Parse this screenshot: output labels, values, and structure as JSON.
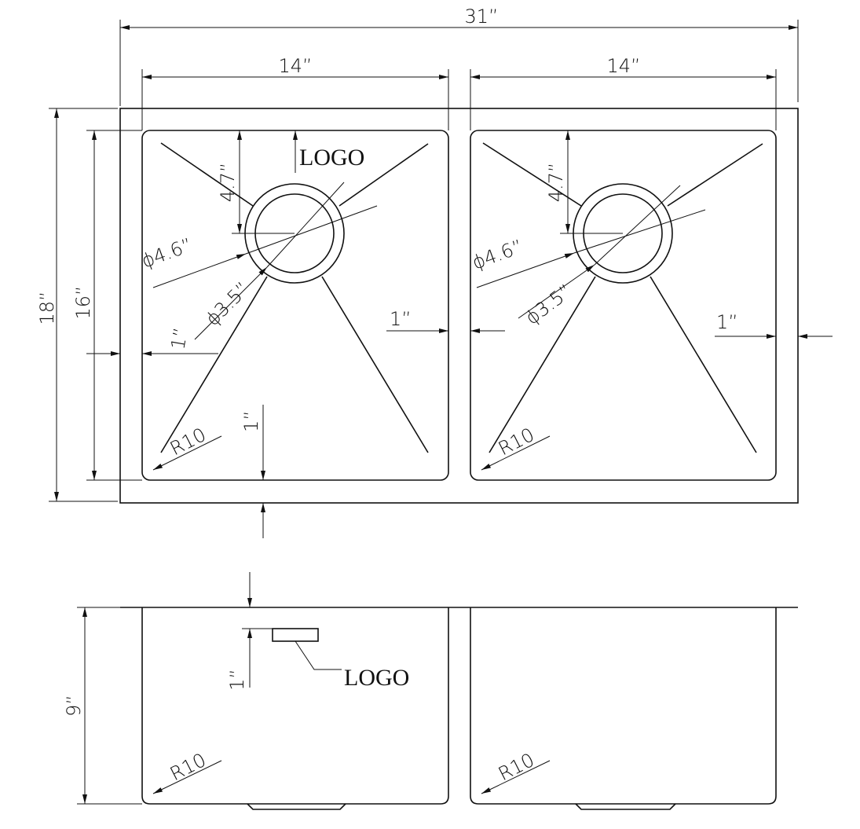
{
  "top_view": {
    "overall_width": "31”",
    "bowl_width_left": "14”",
    "bowl_width_right": "14”",
    "overall_depth": "18”",
    "bowl_depth": "16”",
    "drain_offset_left": "4.7”",
    "drain_offset_right": "4.7”",
    "logo": "LOGO",
    "drain_outer_left": "ϕ4.6”",
    "drain_inner_left": "ϕ3.5”",
    "drain_outer_right": "ϕ4.6”",
    "drain_inner_right": "ϕ3.5”",
    "rim_left": "1”",
    "divider": "1”",
    "rim_right": "1”",
    "rim_bottom": "1”",
    "radius_left": "R10",
    "radius_right": "R10"
  },
  "side_view": {
    "bowl_height": "9”",
    "logo_offset": "1”",
    "logo": "LOGO",
    "radius_left": "R10",
    "radius_right": "R10"
  }
}
